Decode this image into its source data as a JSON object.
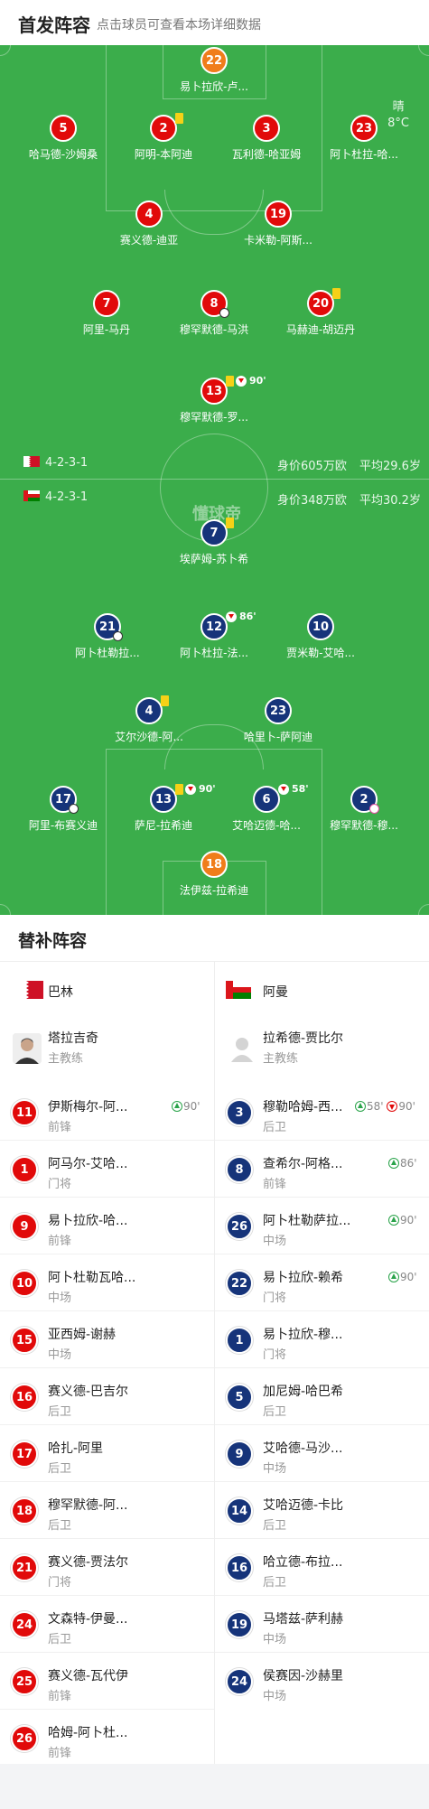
{
  "header": {
    "title": "首发阵容",
    "subtitle": "点击球员可查看本场详细数据"
  },
  "weather": {
    "condition": "晴",
    "temperature": "8°C"
  },
  "home_team": {
    "name": "巴林",
    "formation": "4-2-3-1",
    "value": "身价605万欧",
    "avg_age": "平均29.6岁",
    "players": [
      {
        "num": "22",
        "name": "易卜拉欣-卢..."
      },
      {
        "num": "5",
        "name": "哈马德-沙姆桑"
      },
      {
        "num": "2",
        "name": "阿明-本阿迪"
      },
      {
        "num": "3",
        "name": "瓦利德-哈亚姆"
      },
      {
        "num": "23",
        "name": "阿卜杜拉-哈..."
      },
      {
        "num": "4",
        "name": "赛义德-迪亚"
      },
      {
        "num": "19",
        "name": "卡米勒-阿斯..."
      },
      {
        "num": "7",
        "name": "阿里-马丹"
      },
      {
        "num": "8",
        "name": "穆罕默德-马洪"
      },
      {
        "num": "20",
        "name": "马赫迪-胡迈丹"
      },
      {
        "num": "13",
        "name": "穆罕默德-罗...",
        "sub_time": "90'"
      }
    ]
  },
  "away_team": {
    "name": "阿曼",
    "formation": "4-2-3-1",
    "value": "身价348万欧",
    "avg_age": "平均30.2岁",
    "players": [
      {
        "num": "7",
        "name": "埃萨姆-苏卜希"
      },
      {
        "num": "21",
        "name": "阿卜杜勒拉..."
      },
      {
        "num": "12",
        "name": "阿卜杜拉-法...",
        "sub_time": "86'"
      },
      {
        "num": "10",
        "name": "贾米勒-艾哈..."
      },
      {
        "num": "4",
        "name": "艾尔沙德-阿..."
      },
      {
        "num": "23",
        "name": "哈里卜-萨阿迪"
      },
      {
        "num": "17",
        "name": "阿里-布赛义迪"
      },
      {
        "num": "13",
        "name": "萨尼-拉希迪",
        "sub_time": "90'"
      },
      {
        "num": "6",
        "name": "艾哈迈德-哈...",
        "sub_time": "58'"
      },
      {
        "num": "2",
        "name": "穆罕默德-穆..."
      },
      {
        "num": "18",
        "name": "法伊兹-拉希迪"
      }
    ]
  },
  "watermark": "懂球帝",
  "subs": {
    "title": "替补阵容",
    "home": {
      "team": "巴林",
      "coach": {
        "name": "塔拉吉奇",
        "role": "主教练"
      },
      "players": [
        {
          "num": "11",
          "name": "伊斯梅尔-阿...",
          "pos": "前锋",
          "in": "90'"
        },
        {
          "num": "1",
          "name": "阿马尔-艾哈...",
          "pos": "门将"
        },
        {
          "num": "9",
          "name": "易卜拉欣-哈...",
          "pos": "前锋"
        },
        {
          "num": "10",
          "name": "阿卜杜勒瓦哈...",
          "pos": "中场"
        },
        {
          "num": "15",
          "name": "亚西姆-谢赫",
          "pos": "中场"
        },
        {
          "num": "16",
          "name": "赛义德-巴吉尔",
          "pos": "后卫"
        },
        {
          "num": "17",
          "name": "哈扎-阿里",
          "pos": "后卫"
        },
        {
          "num": "18",
          "name": "穆罕默德-阿...",
          "pos": "后卫"
        },
        {
          "num": "21",
          "name": "赛义德-贾法尔",
          "pos": "门将"
        },
        {
          "num": "24",
          "name": "文森特-伊曼...",
          "pos": "后卫"
        },
        {
          "num": "25",
          "name": "赛义德-瓦代伊",
          "pos": "前锋"
        },
        {
          "num": "26",
          "name": "哈姆-阿卜杜...",
          "pos": "前锋"
        }
      ]
    },
    "away": {
      "team": "阿曼",
      "coach": {
        "name": "拉希德-贾比尔",
        "role": "主教练"
      },
      "players": [
        {
          "num": "3",
          "name": "穆勒哈姆-西...",
          "pos": "后卫",
          "in": "58'",
          "out": "90'"
        },
        {
          "num": "8",
          "name": "查希尔-阿格...",
          "pos": "前锋",
          "in": "86'"
        },
        {
          "num": "26",
          "name": "阿卜杜勒萨拉...",
          "pos": "中场",
          "in": "90'"
        },
        {
          "num": "22",
          "name": "易卜拉欣-赖希",
          "pos": "门将",
          "in": "90'"
        },
        {
          "num": "1",
          "name": "易卜拉欣-穆...",
          "pos": "门将"
        },
        {
          "num": "5",
          "name": "加尼姆-哈巴希",
          "pos": "后卫"
        },
        {
          "num": "9",
          "name": "艾哈德-马沙...",
          "pos": "中场"
        },
        {
          "num": "14",
          "name": "艾哈迈德-卡比",
          "pos": "后卫"
        },
        {
          "num": "16",
          "name": "哈立德-布拉...",
          "pos": "后卫"
        },
        {
          "num": "19",
          "name": "马塔兹-萨利赫",
          "pos": "中场"
        },
        {
          "num": "24",
          "name": "侯赛因-沙赫里",
          "pos": "中场"
        }
      ]
    }
  }
}
